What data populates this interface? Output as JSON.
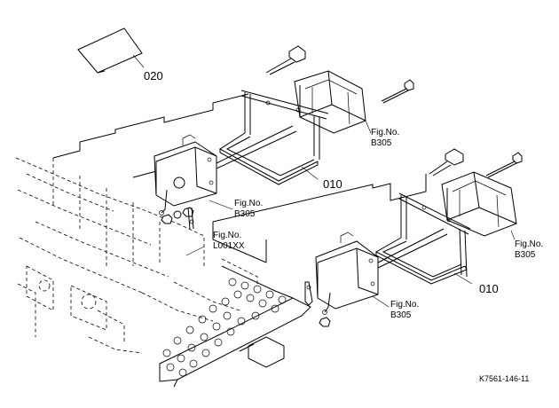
{
  "labels": {
    "part_020": "020",
    "part_010_upper": "010",
    "part_010_lower": "010",
    "fig_upper_right_a": "Fig.No.",
    "fig_upper_right_b": "B305",
    "fig_left_mid_a": "Fig.No.",
    "fig_left_mid_b": "B305",
    "fig_left_a": "Fig.No.",
    "fig_left_b": "L001XX",
    "fig_lower_mid_a": "Fig.No.",
    "fig_lower_mid_b": "B305",
    "fig_lower_right_a": "Fig.No.",
    "fig_lower_right_b": "B305",
    "drawing_code": "K7561-146-11"
  }
}
